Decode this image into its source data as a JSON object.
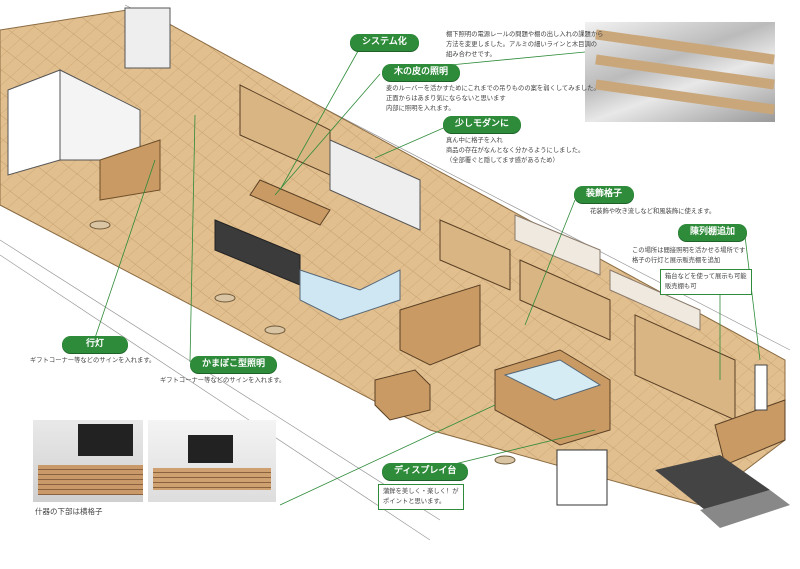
{
  "annotations": {
    "system": {
      "label": "システム化",
      "lines": [
        "棚下照明の電源レールの問題や棚の出し入れの課題から",
        "方法を変更しました。アルミの細いラインと木目調の",
        "組み合わせです。"
      ]
    },
    "bark_light": {
      "label": "木の皮の照明",
      "lines": [
        "麦のルーバーを活かすためにこれまでの吊りものの案を弱くしてみました。",
        "正面からはあまり気にならないと思います",
        "内部に照明を入れます。"
      ]
    },
    "modern": {
      "label": "少しモダンに",
      "lines": [
        "真ん中に格子を入れ",
        "商品の存在がなんとなく分かるようにしました。",
        "（全部覆ぐと隠してます感があるため）"
      ]
    },
    "lattice": {
      "label": "装飾格子",
      "lines": [
        "花装飾や吹き流しなど和風装飾に使えます。"
      ]
    },
    "shelf": {
      "label": "陳列棚追加",
      "lines": [
        "この場所は間接照明を活かせる場所です",
        "格子の行灯と展示販売棚を追加"
      ],
      "box_lines": [
        "箱台などを使って展示も可能",
        "販売棚も可"
      ]
    },
    "andon": {
      "label": "行灯",
      "lines": [
        "ギフトコーナー等などのサインを入れます。"
      ]
    },
    "kamaboko_light": {
      "label": "かまぼこ型照明",
      "lines": [
        "ギフトコーナー等などのサインを入れます。"
      ]
    },
    "display": {
      "label": "ディスプレイ台",
      "box_lines": [
        "蒲鉾を美しく・楽しく！が",
        "ポイントと思います。"
      ]
    }
  },
  "photo_caption": "什器の下部は横格子",
  "colors": {
    "accent": "#2e8b3a",
    "floor": "#e2bf8f",
    "wood": "#c99a63"
  }
}
